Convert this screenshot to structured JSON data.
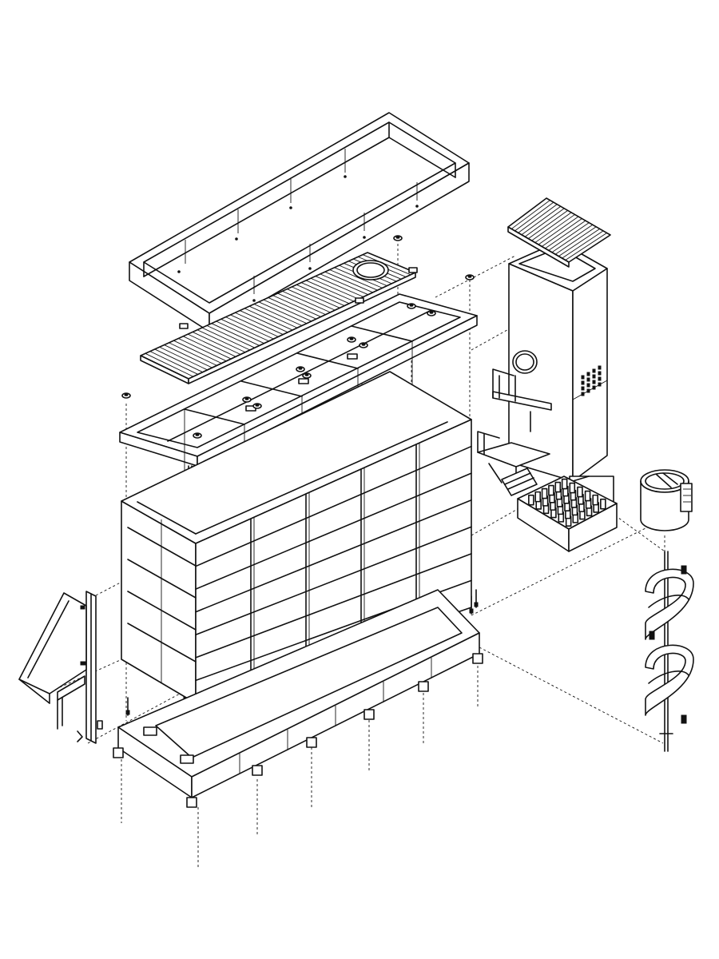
{
  "figure": {
    "type": "exploded-axonometric-drawing",
    "background": "#ffffff",
    "line_color": "#111111",
    "components": [
      "roof-frame",
      "grated-deck",
      "steel-grid-frame",
      "fastener",
      "facade-modules",
      "foundation-base",
      "door-panel",
      "service-tower",
      "tower-grate-lid",
      "entry-stair",
      "storage-crate",
      "cylindrical-tank",
      "spiral-stair"
    ]
  }
}
